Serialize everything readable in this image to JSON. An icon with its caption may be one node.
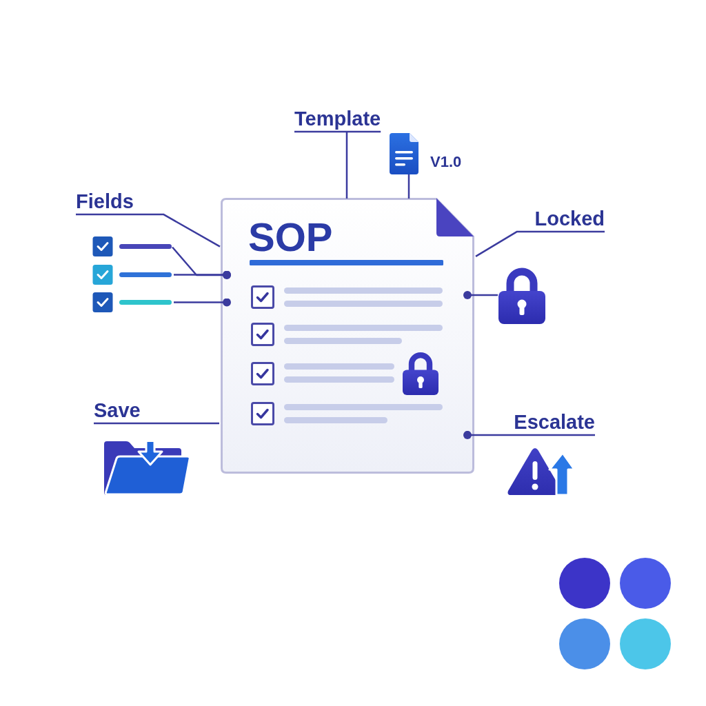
{
  "diagram": {
    "nodes": [
      {
        "text": [
          "Template"
        ]
      },
      {
        "text": [],
        "shape": "picture",
        "beside": [
          "V1.0"
        ]
      },
      {
        "text": [
          "Fields"
        ]
      },
      {
        "text": [
          "SOP"
        ]
      },
      {
        "text": [
          "Locked"
        ]
      },
      {
        "text": [],
        "shape": "picture"
      },
      {
        "text": [],
        "shape": "picture"
      },
      {
        "text": [],
        "shape": "picture"
      },
      {
        "text": [],
        "shape": "picture"
      },
      {
        "text": [
          "Save"
        ]
      },
      {
        "text": [
          "Escalate"
        ]
      }
    ],
    "edges": [
      {
        "from": 0,
        "to": 3,
        "arrow": "none"
      },
      {
        "from": 1,
        "to": 3,
        "arrow": "none"
      },
      {
        "from": 2,
        "to": 3,
        "arrow": "none"
      },
      {
        "from": 5,
        "to": 3,
        "arrow": "other"
      },
      {
        "from": 6,
        "to": 3,
        "arrow": "other"
      },
      {
        "from": 7,
        "to": 3,
        "arrow": "other"
      },
      {
        "from": 4,
        "to": 3,
        "arrow": "none"
      },
      {
        "from": 8,
        "to": 3,
        "arrow": "other"
      },
      {
        "from": 9,
        "to": 3,
        "arrow": "none"
      },
      {
        "from": 10,
        "to": 3,
        "arrow": "other"
      }
    ]
  }
}
